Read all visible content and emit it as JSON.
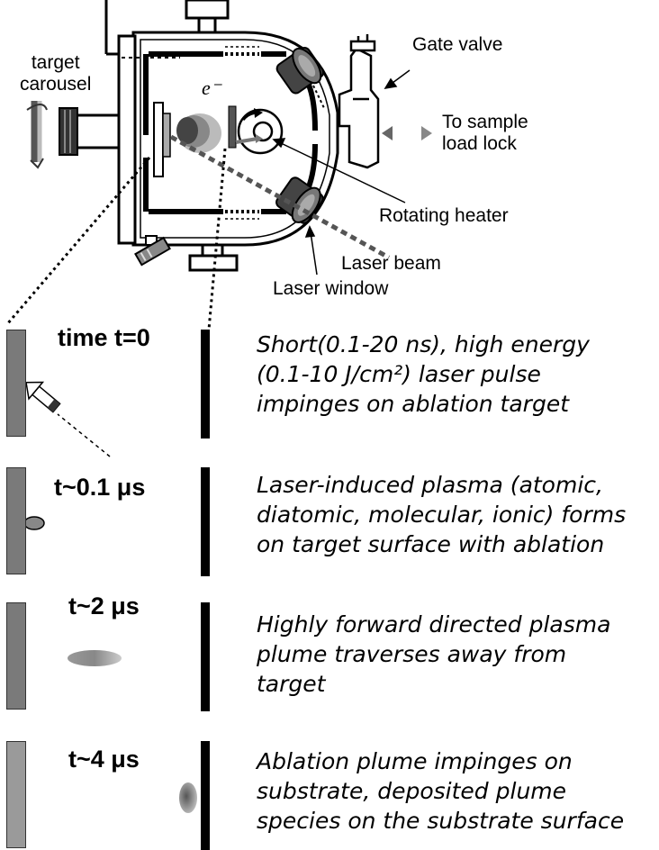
{
  "labels": {
    "target_carousel": [
      "target",
      "carousel"
    ],
    "electron": "e⁻",
    "gate_valve": "Gate valve",
    "to_sample_load_lock": [
      "To sample",
      "load lock"
    ],
    "rotating_heater": "Rotating heater",
    "laser_beam": "Laser beam",
    "laser_window": "Laser window"
  },
  "stages": [
    {
      "time": "time t=0",
      "lines": [
        "Short(0.1-20 ns), high energy",
        "(0.1-10 J/cm²) laser pulse",
        "impinges on ablation target"
      ]
    },
    {
      "time": "t~0.1 μs",
      "lines": [
        "Laser-induced plasma (atomic,",
        "diatomic, molecular, ionic) forms",
        "on target surface with ablation"
      ]
    },
    {
      "time": "t~2 μs",
      "lines": [
        "Highly forward directed plasma",
        "plume traverses away from",
        "target"
      ]
    },
    {
      "time": "t~4 μs",
      "lines": [
        "Ablation plume impinges on",
        "substrate, deposited plume",
        "species on the substrate surface"
      ]
    }
  ]
}
